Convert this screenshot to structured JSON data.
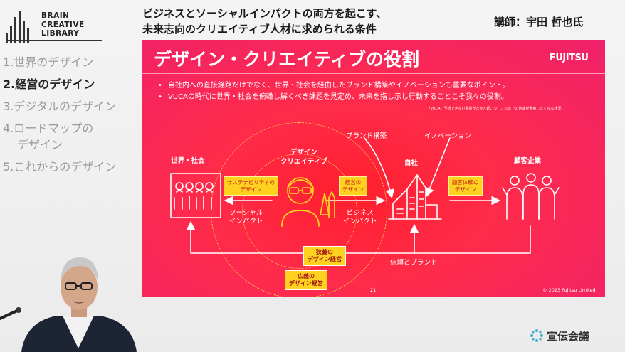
{
  "logo": {
    "lines": [
      "BRAIN",
      "CREATIVE",
      "LIBRARY"
    ]
  },
  "header": {
    "title_line1": "ビジネスとソーシャルインパクトの両方を起こす、",
    "title_line2": "未来志向のクリエイティブ人材に求められる条件",
    "lecturer": "講師：宇田 哲也氏"
  },
  "menu": {
    "items": [
      {
        "label": "1.世界のデザイン",
        "active": false
      },
      {
        "label": "2.経営のデザイン",
        "active": true
      },
      {
        "label": "3.デジタルのデザイン",
        "active": false
      },
      {
        "label": "4.ロードマップの",
        "sub": "デザイン",
        "active": false
      },
      {
        "label": "5.これからのデザイン",
        "active": false
      }
    ]
  },
  "slide": {
    "title": "デザイン・クリエイティブの役割",
    "company": "FUJITSU",
    "bullets": [
      "自社内への直接経路だけでなく、世界・社会を経由したブランド構築やイノベーションも重要なポイント。",
      "VUCAの時代に世界・社会を俯瞰し解くべき課題を見定め、未来を指し示し行動することこそ我々の役割。"
    ],
    "footnote": "*VUCA：予想できない事象が次々と起こり、これまでの常識が通用しなくなる状況。",
    "labels": {
      "world": "世界・社会",
      "design_creative_1": "デザイン",
      "design_creative_2": "クリエイティブ",
      "company": "自社",
      "customer": "顧客企業",
      "brand_building": "ブランド構築",
      "innovation": "イノベーション",
      "social_impact_1": "ソーシャル",
      "social_impact_2": "インパクト",
      "business_impact_1": "ビジネス",
      "business_impact_2": "インパクト",
      "trust_brand": "信頼とブランド"
    },
    "boxes": {
      "sustainability_1": "サステナビリティの",
      "sustainability_2": "デザイン",
      "management_1": "経営の",
      "management_2": "デザイン",
      "cx_1": "顧客体験の",
      "cx_2": "デザイン",
      "narrow_1": "狭義の",
      "narrow_2": "デザイン経営",
      "broad_1": "広義の",
      "broad_2": "デザイン経営"
    },
    "page_number": "21",
    "copyright": "© 2023 Fujitsu Limited"
  },
  "brand": "宣伝会議",
  "colors": {
    "slide_red": "#ff2b4a",
    "slide_pink": "#f0216b",
    "accent_yellow": "#ffd21f"
  }
}
